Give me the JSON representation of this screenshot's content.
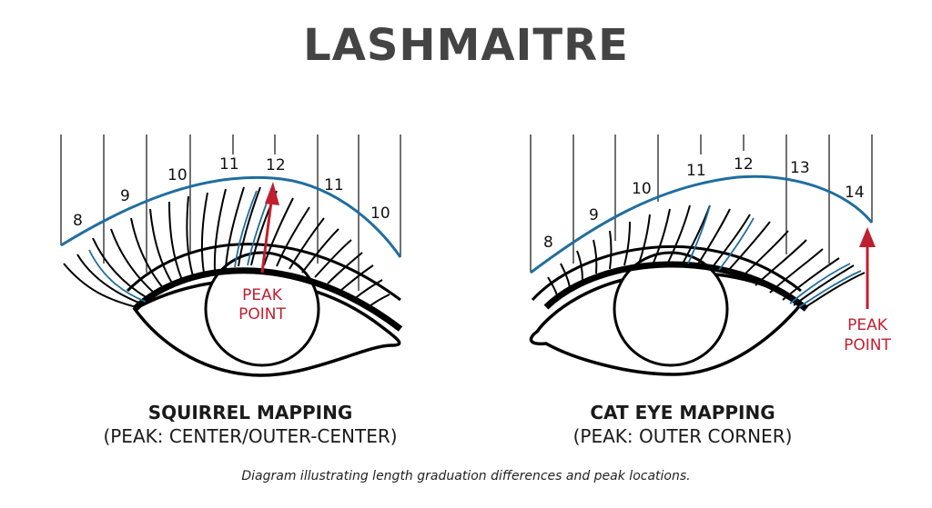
{
  "title": "LASHMAITRE",
  "colors": {
    "curve": "#1f6e9e",
    "peak_arrow": "#c01f2f",
    "title": "#444444",
    "lines": "#111111"
  },
  "diagrams": [
    {
      "name": "Squirrel Mapping",
      "heading": "SQUIRREL MAPPING",
      "subheading": "(PEAK: CENTER/OUTER-CENTER)",
      "lengths": [
        "8",
        "9",
        "10",
        "11",
        "12",
        "11",
        "10"
      ],
      "peak_label_line1": "PEAK",
      "peak_label_line2": "POINT"
    },
    {
      "name": "Cat Eye Mapping",
      "heading": "CAT EYE MAPPING",
      "subheading": "(PEAK: OUTER CORNER)",
      "lengths": [
        "8",
        "9",
        "10",
        "11",
        "12",
        "13",
        "14"
      ],
      "peak_label_line1": "PEAK",
      "peak_label_line2": "POINT"
    }
  ],
  "footer": "Diagram illustrating length graduation differences and peak locations."
}
